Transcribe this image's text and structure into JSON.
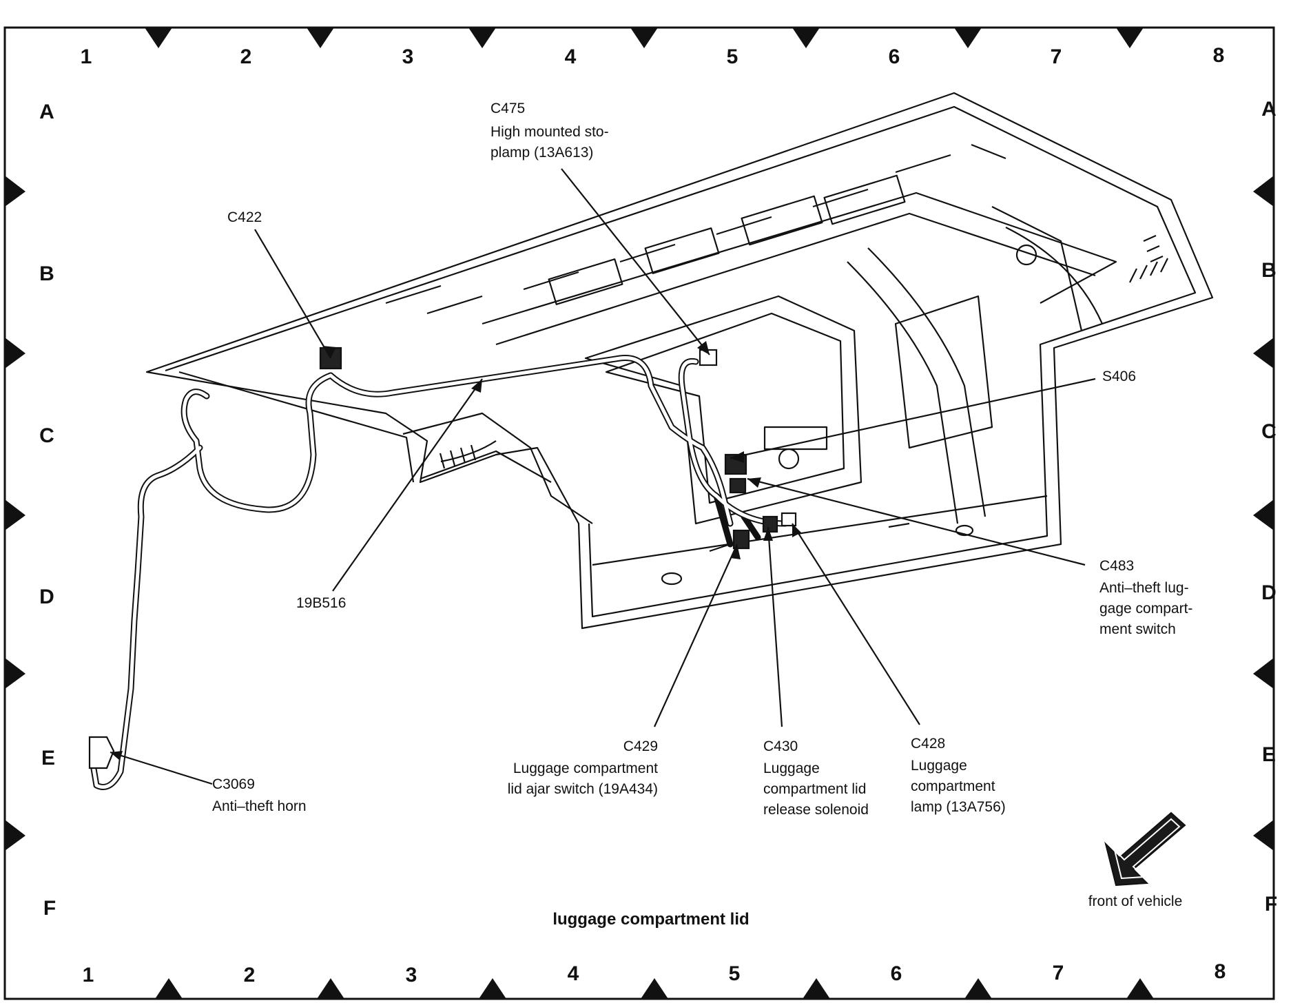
{
  "grid": {
    "columns": [
      "1",
      "2",
      "3",
      "4",
      "5",
      "6",
      "7",
      "8"
    ],
    "rows": [
      "A",
      "B",
      "C",
      "D",
      "E",
      "F"
    ]
  },
  "callouts": {
    "c475": {
      "id": "C475",
      "lines": [
        "High mounted sto-",
        "plamp (13A613)"
      ]
    },
    "c422": {
      "id": "C422",
      "lines": []
    },
    "s406": {
      "id": "S406",
      "lines": []
    },
    "c483": {
      "id": "C483",
      "lines": [
        "Anti–theft lug-",
        "gage compart-",
        "ment switch"
      ]
    },
    "w19b516": {
      "id": "19B516",
      "lines": []
    },
    "c429": {
      "id": "C429",
      "lines": [
        "Luggage compartment",
        "lid ajar switch (19A434)"
      ]
    },
    "c430": {
      "id": "C430",
      "lines": [
        "Luggage",
        "compartment lid",
        "release solenoid"
      ]
    },
    "c428": {
      "id": "C428",
      "lines": [
        "Luggage",
        "compartment",
        "lamp (13A756)"
      ]
    },
    "c3069": {
      "id": "C3069",
      "lines": [
        "Anti–theft horn"
      ]
    }
  },
  "caption": "luggage compartment lid",
  "front_arrow_label": "front of vehicle",
  "colors": {
    "line": "#111111",
    "fill": "#ffffff",
    "arrow": "#1a1a1a"
  }
}
